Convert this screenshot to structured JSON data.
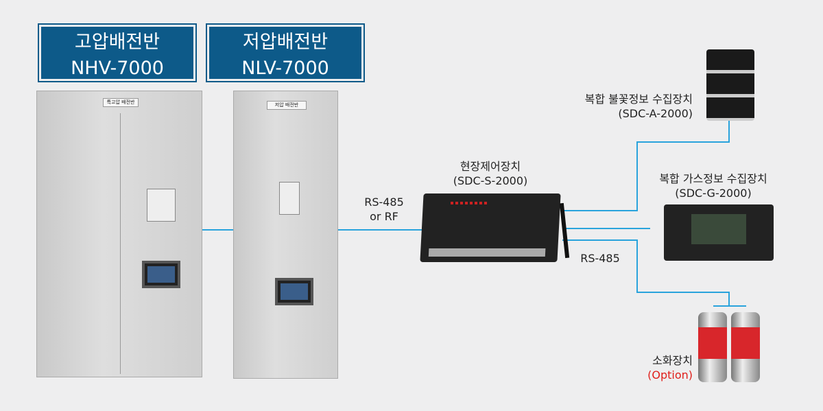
{
  "panels": [
    {
      "name": "고압배전반",
      "model": "NHV-7000",
      "plate": "특고압 배전반"
    },
    {
      "name": "저압배전반",
      "model": "NLV-7000",
      "plate": "저압 배전반"
    }
  ],
  "link_left": {
    "line1": "RS-485",
    "line2": "or RF"
  },
  "controller": {
    "name": "현장제어장치",
    "model": "(SDC-S-2000)"
  },
  "link_right": "RS-485",
  "spark": {
    "name": "복합 불꽃정보 수집장치",
    "model": "(SDC-A-2000)"
  },
  "gas": {
    "name": "복합 가스정보 수집장치",
    "model": "(SDC-G-2000)"
  },
  "extinguisher": {
    "name": "소화장치",
    "note": "(Option)"
  },
  "colors": {
    "line": "#29a3dc",
    "title_bg": "#0d5a89",
    "option": "#e0201c"
  }
}
